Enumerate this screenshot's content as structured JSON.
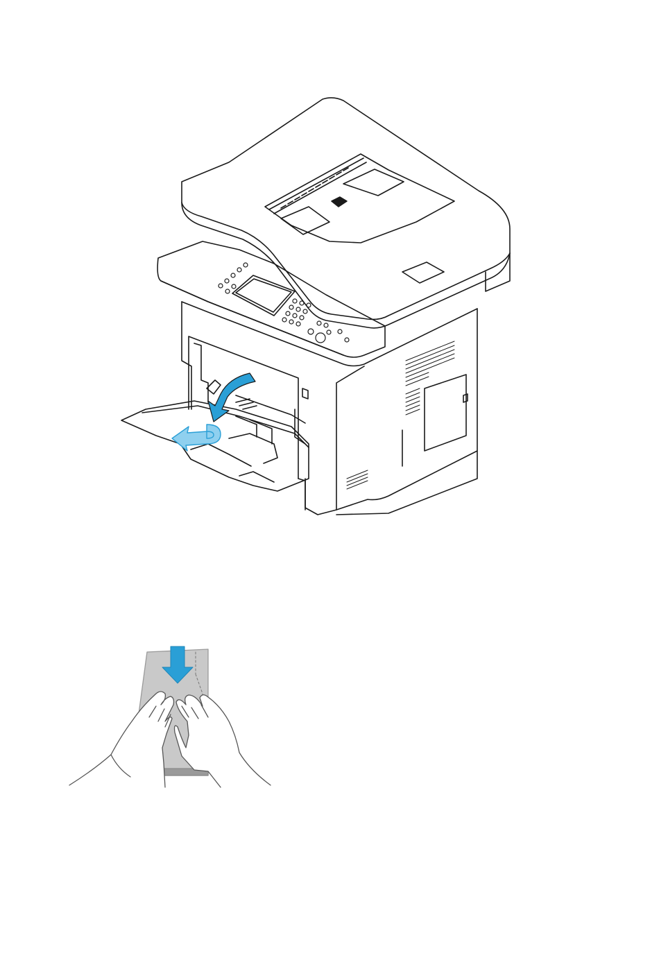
{
  "figures": [
    {
      "id": "printer-mpt-open",
      "icon": "printer-bypass-tray-open-illustration"
    },
    {
      "id": "envelope-insert",
      "icon": "hands-inserting-envelope-illustration"
    }
  ],
  "colors": {
    "line": "#1a1a1a",
    "accent_blue": "#2a9fd6",
    "accent_blue_light": "#8fd0ef",
    "envelope_gray": "#c9c9c9",
    "envelope_edge": "#9a9a9a"
  }
}
